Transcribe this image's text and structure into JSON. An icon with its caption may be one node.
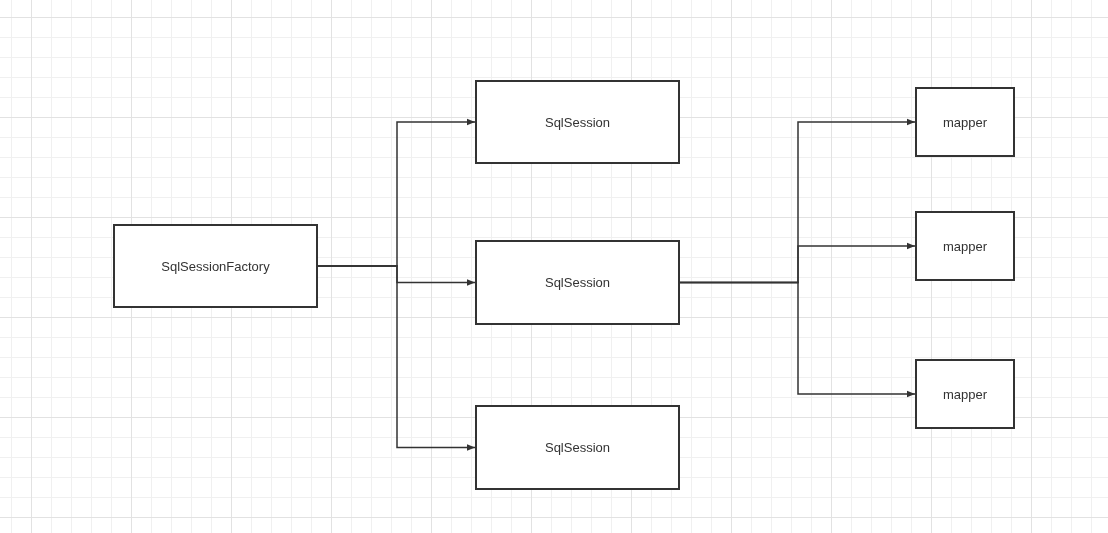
{
  "diagram": {
    "nodes": [
      {
        "text": [
          "SqlSessionFactory"
        ]
      },
      {
        "text": [
          "SqlSession"
        ]
      },
      {
        "text": [
          "SqlSession"
        ]
      },
      {
        "text": [
          "SqlSession"
        ]
      },
      {
        "text": [
          "mapper"
        ]
      },
      {
        "text": [
          "mapper"
        ]
      },
      {
        "text": [
          "mapper"
        ]
      }
    ],
    "edges": [
      {
        "from": 0,
        "to": 1,
        "arrow": "to"
      },
      {
        "from": 0,
        "to": 2,
        "arrow": "to"
      },
      {
        "from": 0,
        "to": 3,
        "arrow": "to"
      },
      {
        "from": 2,
        "to": 4,
        "arrow": "to"
      },
      {
        "from": 2,
        "to": 5,
        "arrow": "to"
      },
      {
        "from": 2,
        "to": 6,
        "arrow": "to"
      }
    ]
  }
}
